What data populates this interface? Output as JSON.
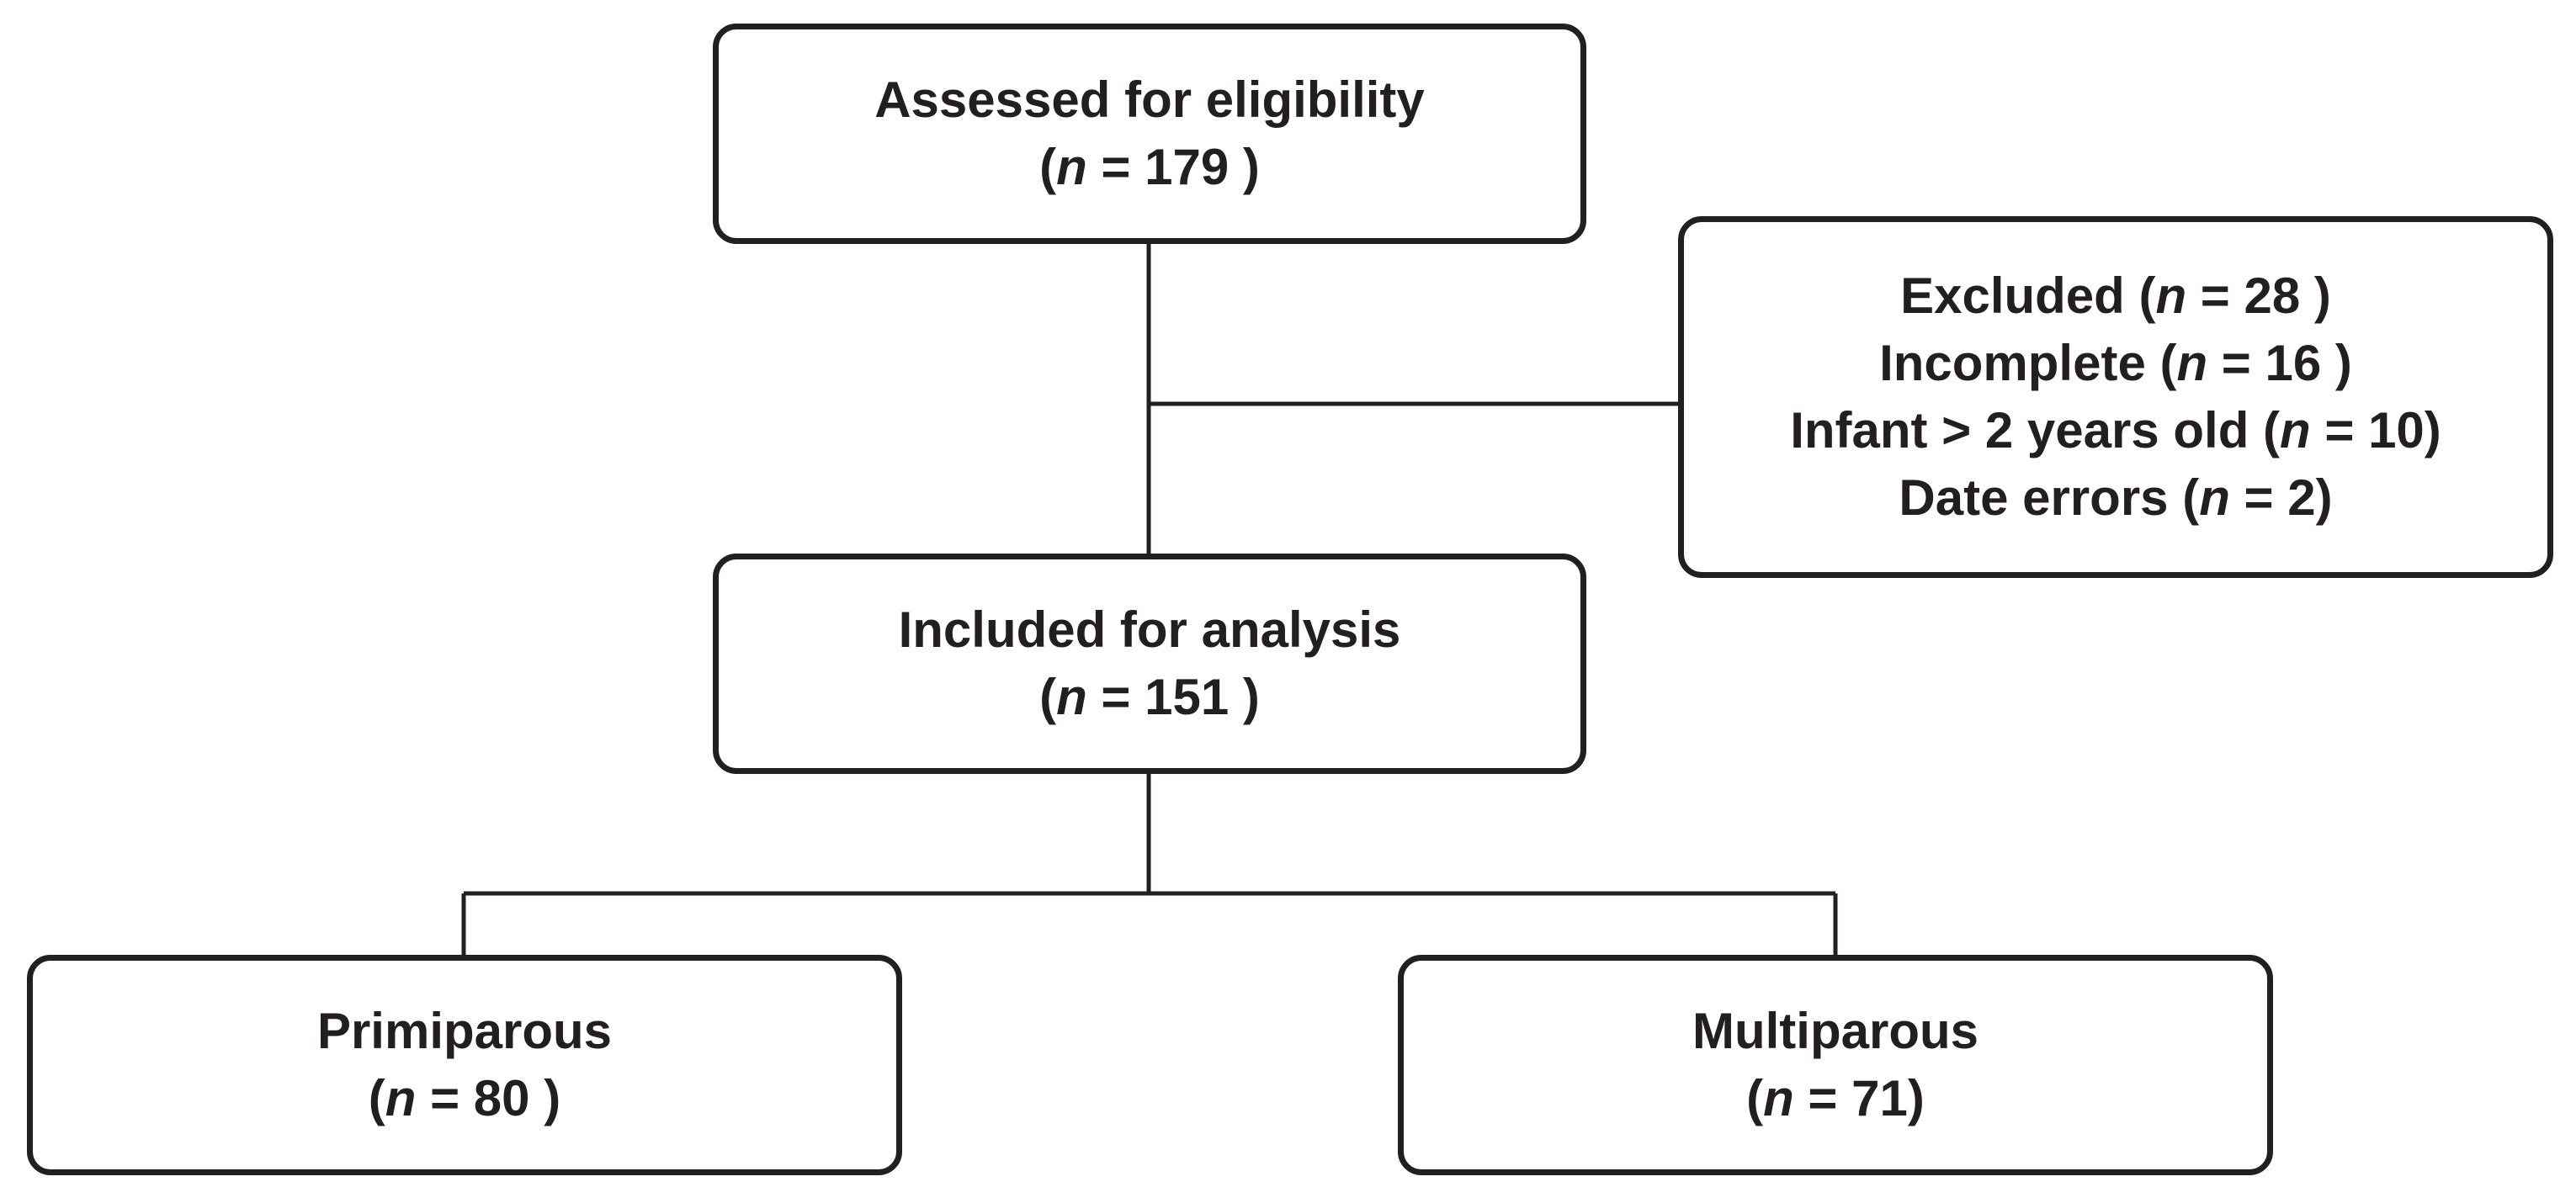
{
  "diagram": {
    "nodes": {
      "assessed": {
        "lines": [
          {
            "text": "Assessed for eligibility"
          },
          {
            "pre": "(",
            "n": "n",
            "post": " = 179 )"
          }
        ]
      },
      "excluded": {
        "lines": [
          {
            "pre": "Excluded (",
            "n": "n",
            "post": " = 28 )"
          },
          {
            "pre": "Incomplete (",
            "n": "n",
            "post": " = 16 )"
          },
          {
            "pre": "Infant > 2 years old (",
            "n": "n",
            "post": " = 10)"
          },
          {
            "pre": "Date errors (",
            "n": "n",
            "post": " = 2)"
          }
        ]
      },
      "included": {
        "lines": [
          {
            "text": "Included for analysis"
          },
          {
            "pre": "(",
            "n": "n",
            "post": " = 151 )"
          }
        ]
      },
      "primiparous": {
        "lines": [
          {
            "text": "Primiparous"
          },
          {
            "pre": "(",
            "n": "n",
            "post": " = 80 )"
          }
        ]
      },
      "multiparous": {
        "lines": [
          {
            "text": "Multiparous"
          },
          {
            "pre": "(",
            "n": "n",
            "post": " = 71)"
          }
        ]
      }
    },
    "edges": [
      {
        "from": "assessed",
        "to": "included",
        "type": "straight"
      },
      {
        "from": "assessed",
        "to": "excluded",
        "type": "branch"
      },
      {
        "from": "included",
        "to": "primiparous",
        "type": "split"
      },
      {
        "from": "included",
        "to": "multiparous",
        "type": "split"
      }
    ],
    "colors": {
      "stroke": "#231f20",
      "text": "#231f20",
      "background": "#ffffff"
    }
  }
}
